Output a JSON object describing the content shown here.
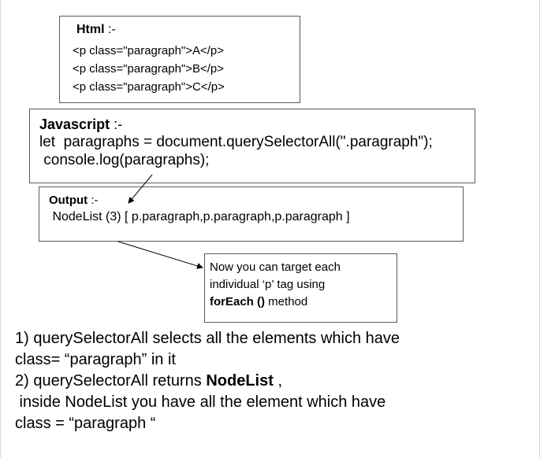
{
  "html_box": {
    "title": "Html",
    "sep": " :-",
    "lines": [
      "<p class=\"paragraph\">A</p>",
      "<p class=\"paragraph\">B</p>",
      "<p class=\"paragraph\">C</p>"
    ]
  },
  "js_box": {
    "title": "Javascript",
    "sep": " :-",
    "lines": [
      "let  paragraphs = document.querySelectorAll(\".paragraph\");",
      " console.log(paragraphs);"
    ]
  },
  "output_box": {
    "title": "Output",
    "sep": " :-",
    "line": " NodeList (3) [ p.paragraph,p.paragraph,p.paragraph ]"
  },
  "note_box": {
    "line1": "Now you can target each",
    "line2": "individual ‘p’ tag using",
    "method": "forEach ()",
    "method_suffix": " method"
  },
  "points": {
    "p1_line1": "1) querySelectorAll selects all the elements which have",
    "p1_line2": "class= “paragraph” in it",
    "p2_prefix": "2) querySelectorAll returns ",
    "p2_bold": "NodeList",
    "p2_suffix": " ,",
    "p2_line2": " inside NodeList you have all the element which have",
    "p2_line3": "class = “paragraph “"
  },
  "colors": {
    "border": "#595959",
    "text": "#000000",
    "background": "#ffffff"
  }
}
